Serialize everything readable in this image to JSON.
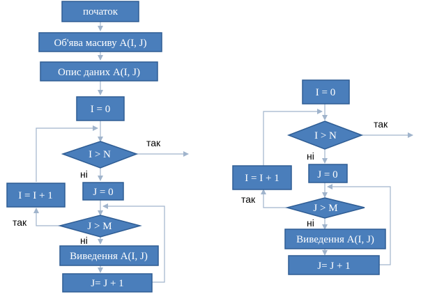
{
  "left_flowchart": {
    "start": "початок",
    "declare_array": "Об'ява масиву A(I, J)",
    "describe_data": "Опис даних A(I, J)",
    "init_i": "I = 0",
    "cond_i": "I > N",
    "yes_i": "так",
    "no_i": "ні",
    "init_j": "J = 0",
    "inc_i": "I = I + 1",
    "yes_j": "так",
    "cond_j": "J > M",
    "no_j": "ні",
    "output": "Виведення A(I, J)",
    "inc_j": "J= J + 1"
  },
  "right_flowchart": {
    "init_i": "I = 0",
    "cond_i": "I > N",
    "yes_i": "так",
    "no_i": "ні",
    "init_j": "J = 0",
    "inc_i": "I = I + 1",
    "yes_j": "так",
    "cond_j": "J > M",
    "no_j": "ні",
    "output": "Виведення A(I, J)",
    "inc_j": "J= J + 1"
  },
  "colors": {
    "box_fill": "#4a7ebb",
    "box_stroke": "#2f5d94",
    "connector": "#a0b4cc"
  }
}
